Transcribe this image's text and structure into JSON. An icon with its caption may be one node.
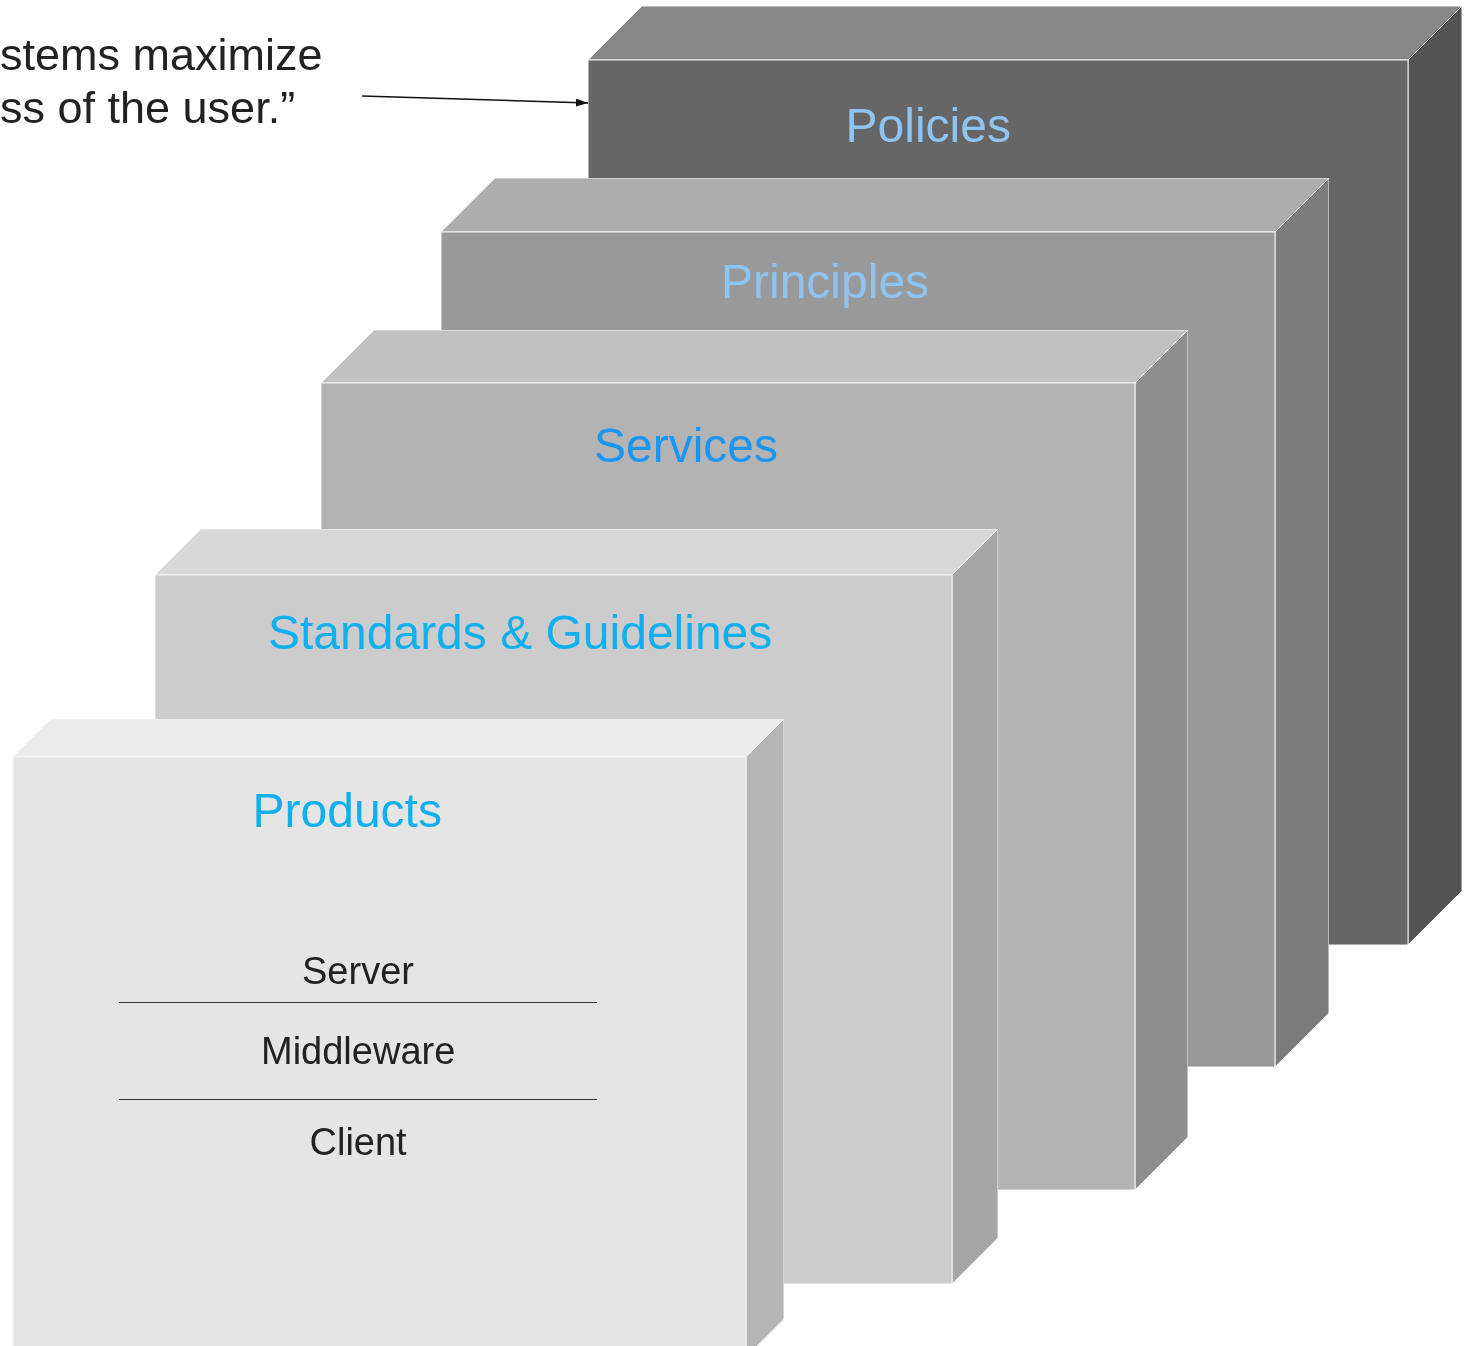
{
  "diagram": {
    "nodes": [
      {
        "text": [
          "stems maximize ss of the user.”"
        ]
      },
      {
        "text": [
          "Policies"
        ]
      },
      {
        "text": [
          "Principles"
        ]
      },
      {
        "text": [
          "Services"
        ]
      },
      {
        "text": [
          "Standards & Guidelines"
        ]
      },
      {
        "text": [
          "Products",
          "Server",
          "Middleware",
          "Client"
        ]
      }
    ],
    "edges": [
      {
        "from": 0,
        "to": 1,
        "arrow": "to"
      }
    ]
  }
}
